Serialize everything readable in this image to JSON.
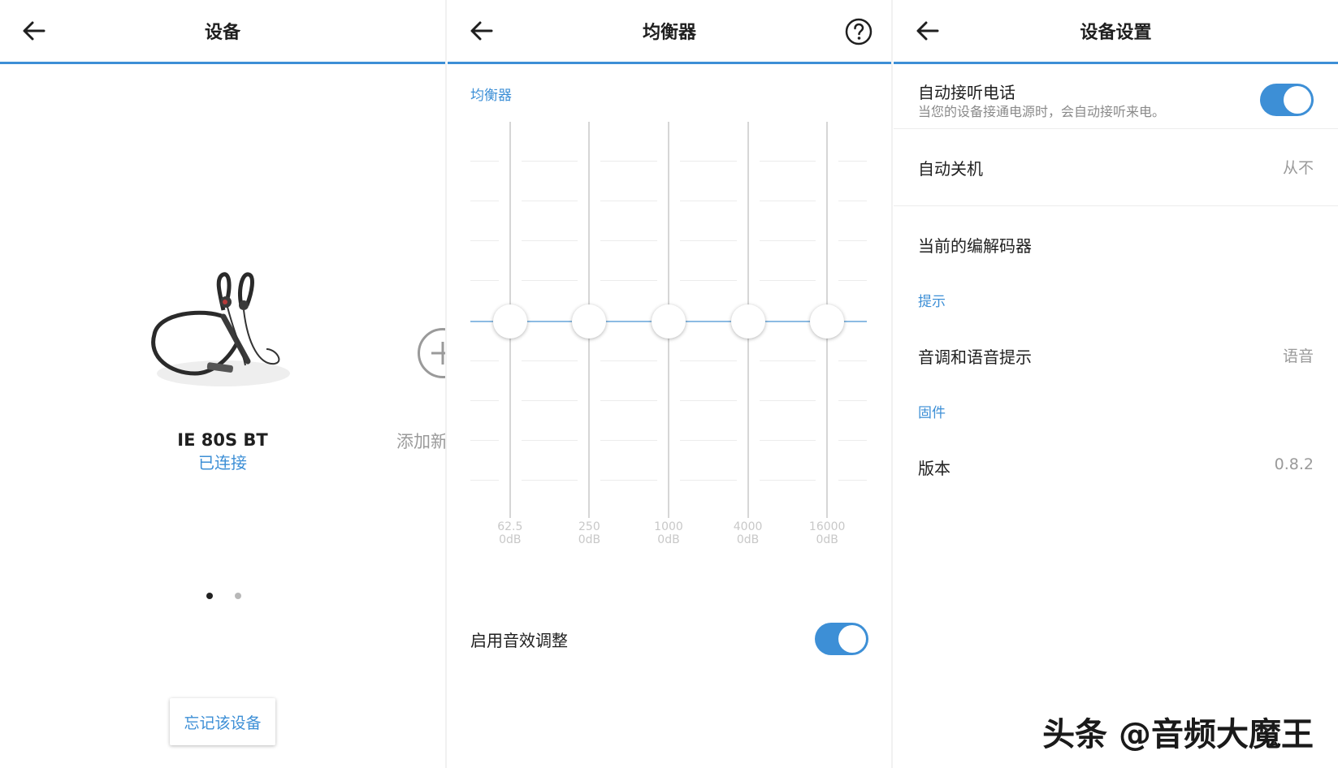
{
  "device_panel": {
    "title": "设备",
    "device_name": "IE 80S BT",
    "device_status": "已连接",
    "add_label": "添加新",
    "forget_button": "忘记该设备",
    "page_count": 2,
    "active_page": 1
  },
  "eq_panel": {
    "title": "均衡器",
    "section_label": "均衡器",
    "bands": [
      {
        "freq": "62.5",
        "gain": "0dB"
      },
      {
        "freq": "250",
        "gain": "0dB"
      },
      {
        "freq": "1000",
        "gain": "0dB"
      },
      {
        "freq": "4000",
        "gain": "0dB"
      },
      {
        "freq": "16000",
        "gain": "0dB"
      }
    ],
    "enable_label": "启用音效调整",
    "enable_on": true
  },
  "settings_panel": {
    "title": "设备设置",
    "auto_answer": {
      "title": "自动接听电话",
      "subtitle": "当您的设备接通电源时，会自动接听来电。",
      "on": true
    },
    "auto_off": {
      "title": "自动关机",
      "value": "从不"
    },
    "codec": {
      "title": "当前的编解码器"
    },
    "section_prompt": "提示",
    "prompts": {
      "title": "音调和语音提示",
      "value": "语音"
    },
    "section_firmware": "固件",
    "version": {
      "title": "版本",
      "value": "0.8.2"
    }
  },
  "watermark": "头条 @音频大魔王",
  "colors": {
    "accent": "#3d8fd6",
    "muted": "#9a9a9a"
  },
  "icons": [
    "back-arrow-icon",
    "help-icon",
    "add-circle-icon",
    "headphones-image"
  ]
}
